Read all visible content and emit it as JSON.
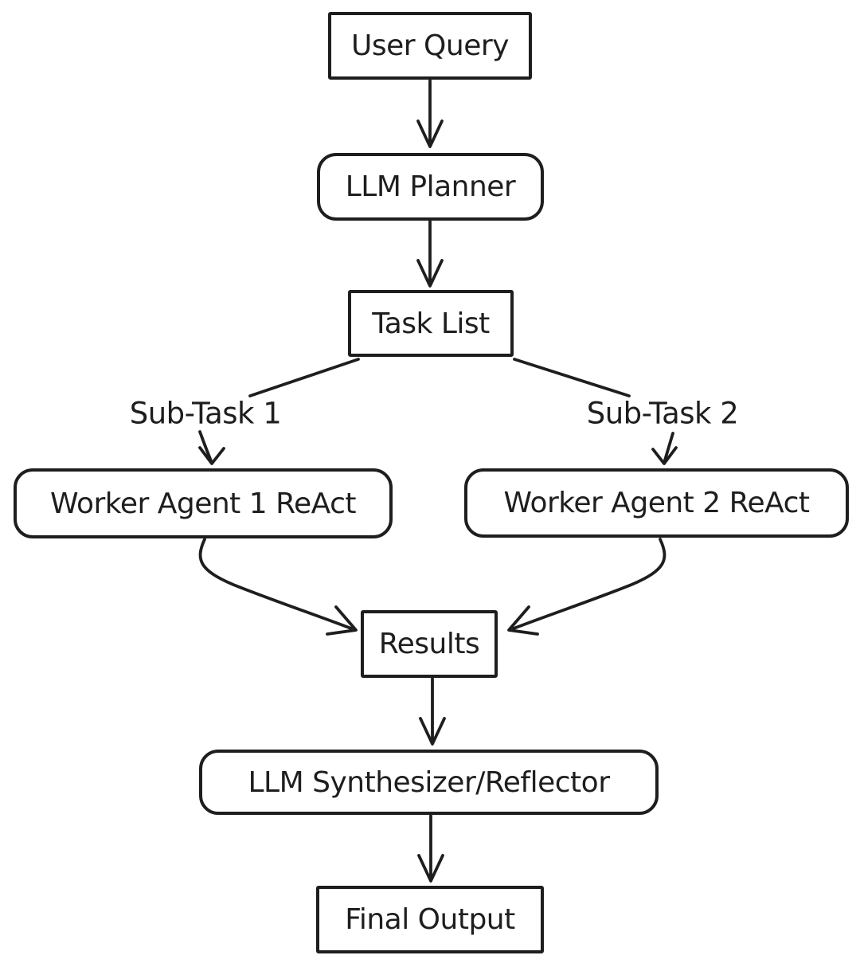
{
  "canvas": {
    "background_color": "#ffffff",
    "stroke_color": "#1e1e1e",
    "style": "hand-drawn flowchart"
  },
  "nodes": {
    "user_query": {
      "label": "User Query",
      "shape": "rectangle"
    },
    "llm_planner": {
      "label": "LLM Planner",
      "shape": "rounded-rectangle"
    },
    "task_list": {
      "label": "Task List",
      "shape": "rectangle"
    },
    "worker_agent_1": {
      "label": "Worker Agent 1 ReAct",
      "shape": "rounded-rectangle"
    },
    "worker_agent_2": {
      "label": "Worker Agent 2 ReAct",
      "shape": "rounded-rectangle"
    },
    "results": {
      "label": "Results",
      "shape": "rectangle"
    },
    "synthesizer": {
      "label": "LLM Synthesizer/Reflector",
      "shape": "rounded-rectangle"
    },
    "final_output": {
      "label": "Final Output",
      "shape": "rectangle"
    }
  },
  "edge_labels": {
    "sub_task_1": "Sub-Task 1",
    "sub_task_2": "Sub-Task 2"
  },
  "flow": [
    {
      "from": "user_query",
      "to": "llm_planner",
      "type": "arrow"
    },
    {
      "from": "llm_planner",
      "to": "task_list",
      "type": "arrow"
    },
    {
      "from": "task_list",
      "to": "worker_agent_1",
      "type": "line+label+arrow",
      "label": "Sub-Task 1"
    },
    {
      "from": "task_list",
      "to": "worker_agent_2",
      "type": "line+label+arrow",
      "label": "Sub-Task 2"
    },
    {
      "from": "worker_agent_1",
      "to": "results",
      "type": "curved-arrow"
    },
    {
      "from": "worker_agent_2",
      "to": "results",
      "type": "curved-arrow"
    },
    {
      "from": "results",
      "to": "synthesizer",
      "type": "arrow"
    },
    {
      "from": "synthesizer",
      "to": "final_output",
      "type": "arrow"
    }
  ]
}
